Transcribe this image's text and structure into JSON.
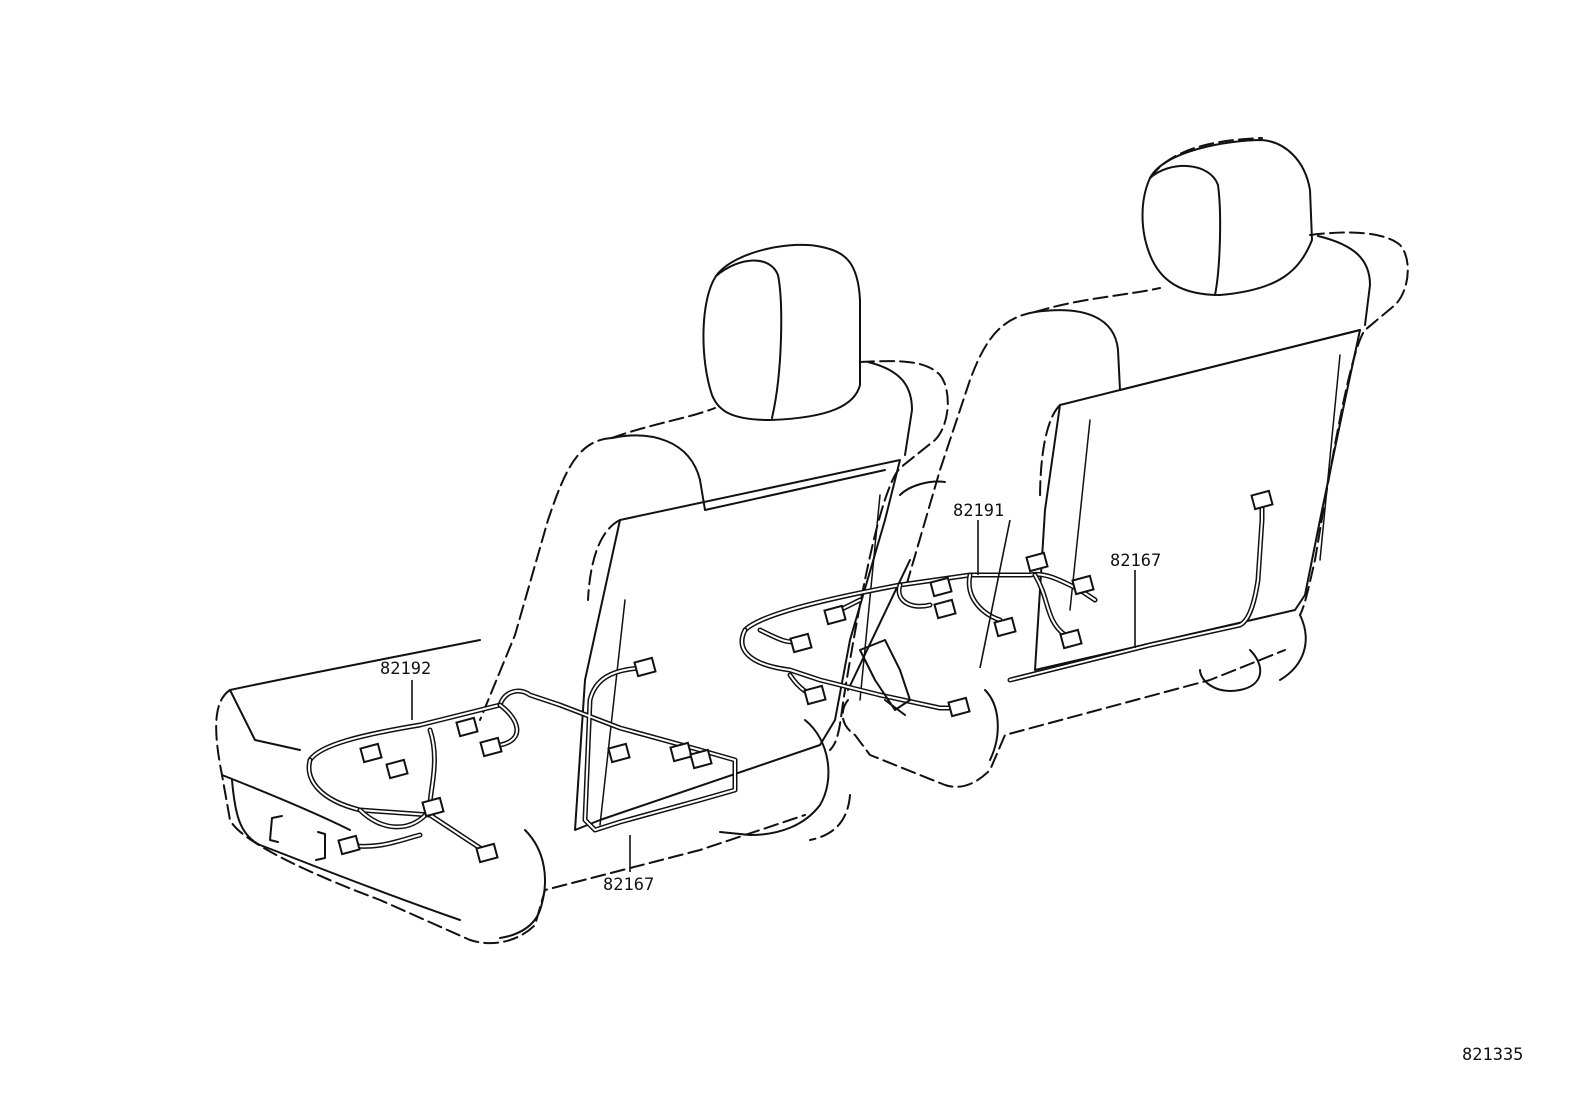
{
  "diagram": {
    "callouts": [
      {
        "id": "part-82192",
        "text": "82192"
      },
      {
        "id": "part-82167-left",
        "text": "82167"
      },
      {
        "id": "part-82191",
        "text": "82191"
      },
      {
        "id": "part-82167-right",
        "text": "82167"
      }
    ],
    "drawing_number": "821335",
    "colors": {
      "line": "#111111",
      "background": "#ffffff"
    }
  }
}
